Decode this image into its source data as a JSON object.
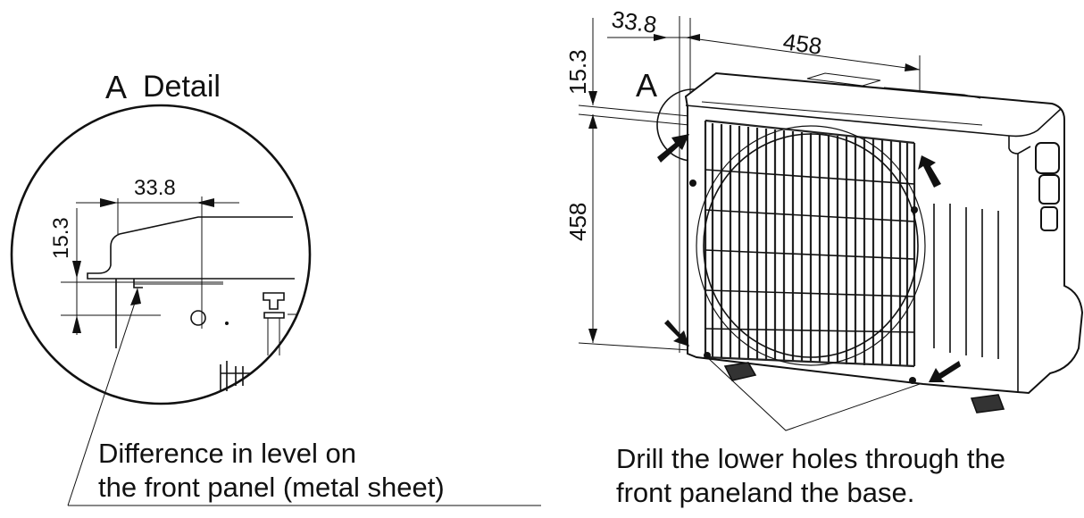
{
  "left_detail": {
    "title_letter": "A",
    "title_word": "Detail",
    "dim_horizontal": "33.8",
    "dim_vertical": "15.3",
    "caption_line1": "Difference in level on",
    "caption_line2": "the front panel (metal sheet)"
  },
  "right_unit": {
    "callout_letter": "A",
    "dim_top_left": "33.8",
    "dim_top_width": "458",
    "dim_left_small": "15.3",
    "dim_left_height": "458",
    "caption_line1": "Drill the lower holes through the",
    "caption_line2": "front paneland the base."
  }
}
